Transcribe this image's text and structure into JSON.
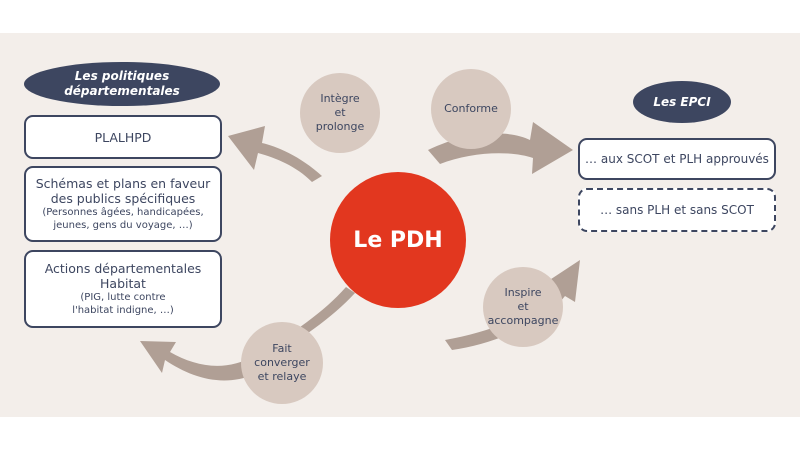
{
  "center": {
    "label": "Le PDH"
  },
  "left_group": {
    "title_line1": "Les politiques",
    "title_line2": "départementales",
    "boxes": [
      {
        "lines": [
          "PLALHPD"
        ],
        "sub": []
      },
      {
        "lines": [
          "Schémas et plans en faveur",
          "des publics spécifiques"
        ],
        "sub": [
          "(Personnes âgées, handicapées,",
          "jeunes, gens du voyage, …)"
        ]
      },
      {
        "lines": [
          "Actions départementales",
          "Habitat"
        ],
        "sub": [
          "(PIG, lutte contre",
          "l'habitat indigne, …)"
        ]
      }
    ]
  },
  "right_group": {
    "title": "Les EPCI",
    "boxes": [
      {
        "label": "… aux SCOT et PLH approuvés",
        "style": "solid"
      },
      {
        "label": "… sans PLH et sans SCOT",
        "style": "dashed"
      }
    ]
  },
  "actions": {
    "integre": [
      "Intègre",
      "et",
      "prolonge"
    ],
    "conforme": [
      "Conforme"
    ],
    "inspire": [
      "Inspire",
      "et",
      "accompagne"
    ],
    "fait": [
      "Fait",
      "converger",
      "et relaye"
    ]
  },
  "colors": {
    "navy": "#3d4660",
    "red": "#e2371f",
    "arrow": "#b09f95",
    "bubble": "#d8c9c0",
    "background": "#f3eeea"
  }
}
